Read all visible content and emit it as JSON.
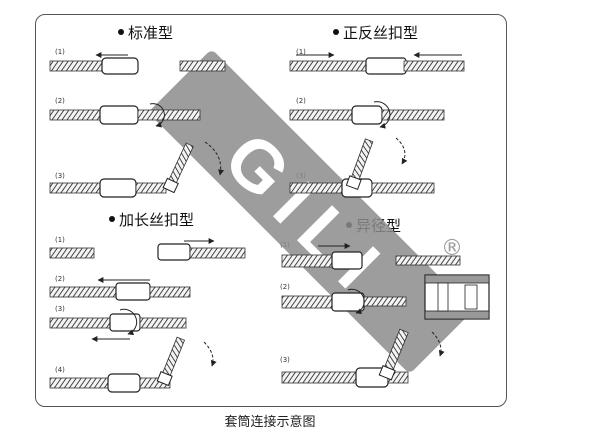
{
  "sections": {
    "standard": "标准型",
    "reverse": "正反丝扣型",
    "extended": "加长丝扣型",
    "reducer": "异径型"
  },
  "step_labels": [
    "(1)",
    "(2)",
    "(3)",
    "(4)"
  ],
  "caption": "套筒连接示意图",
  "watermark": {
    "brand_text": "GILI",
    "registered_mark": "®"
  },
  "colors": {
    "line": "#333333",
    "watermark": "#8c8c8c",
    "rebar_fill": "#f4f4f4"
  }
}
